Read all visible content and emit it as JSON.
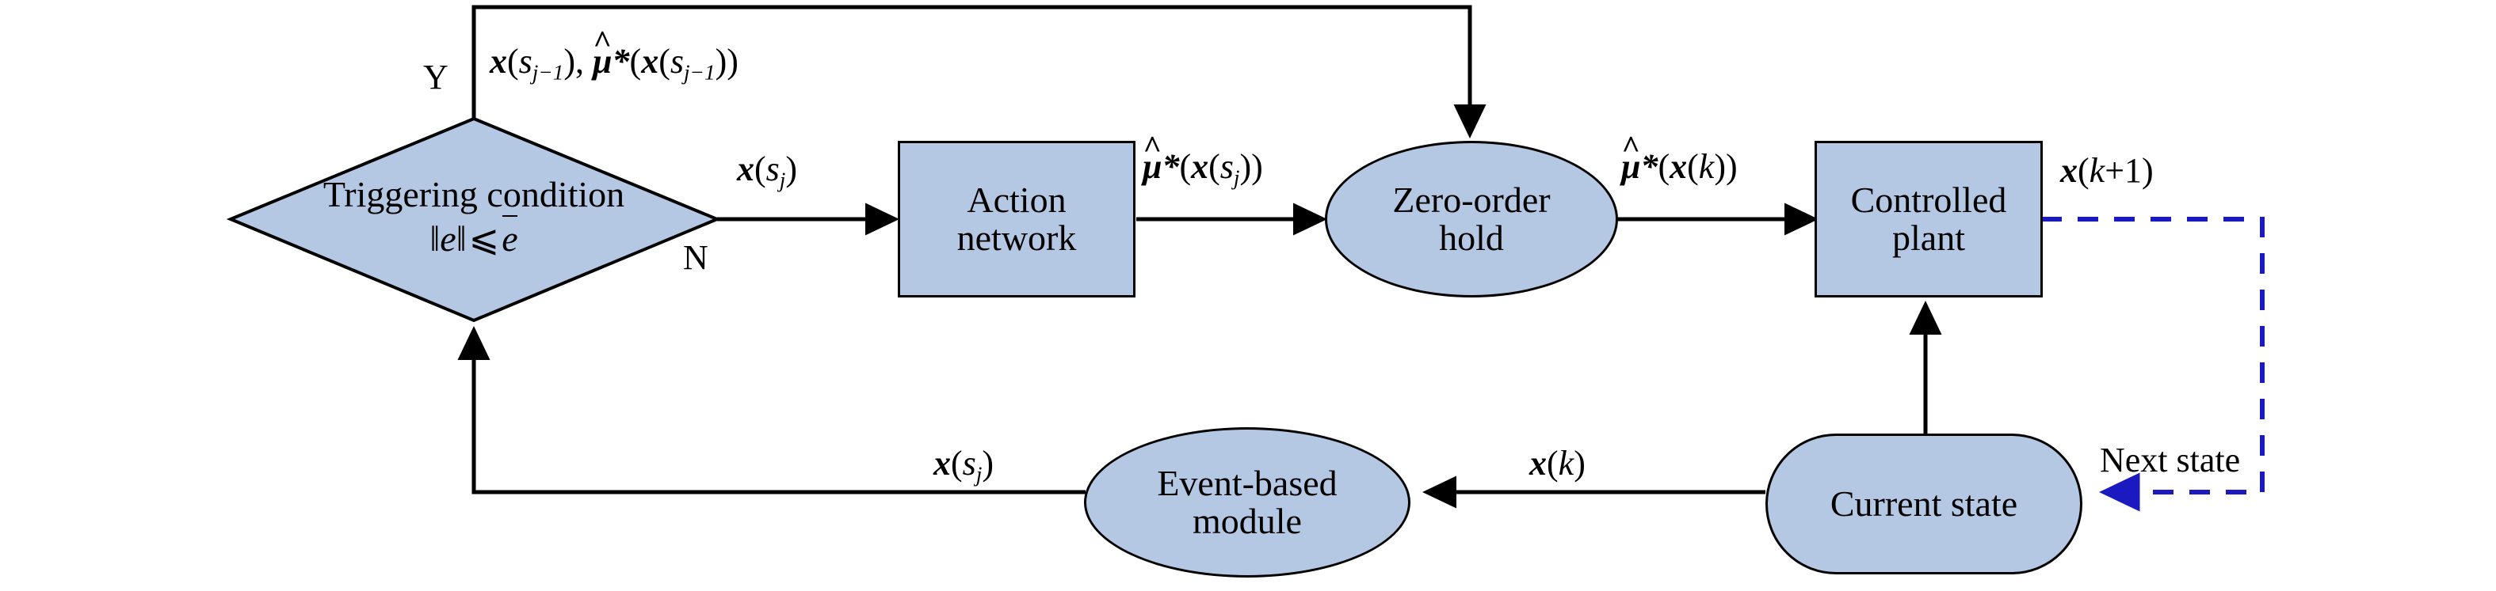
{
  "diagram": {
    "title": "Event-triggered adaptive critic control block diagram",
    "colors": {
      "node_fill": "#b4c7e3",
      "node_stroke": "#000000",
      "solid_wire": "#000000",
      "dashed_wire": "#1a1ac0"
    },
    "nodes": {
      "triggering_condition": {
        "shape": "diamond",
        "line1": "Triggering condition",
        "line2_norm_open": "‖",
        "line2_e": "e",
        "line2_norm_close": "‖",
        "line2_rel": "⩽",
        "line2_ebar": "e"
      },
      "action_network": {
        "shape": "rect",
        "line1": "Action",
        "line2": "network"
      },
      "zero_order_hold": {
        "shape": "ellipse",
        "line1": "Zero-order",
        "line2": "hold"
      },
      "controlled_plant": {
        "shape": "rect",
        "line1": "Controlled",
        "line2": "plant"
      },
      "event_based_module": {
        "shape": "ellipse",
        "line1": "Event-based",
        "line2": "module"
      },
      "current_state": {
        "shape": "stadium",
        "line1": "Current state"
      }
    },
    "branch_labels": {
      "yes": "Y",
      "no": "N"
    },
    "signals": {
      "feedback_top": {
        "x_prev": "x",
        "paren_open": "(",
        "s": "s",
        "sub_prev": "j−1",
        "paren_close": ")",
        "comma": ", ",
        "mu": "μ",
        "star": "*"
      },
      "x_sj_to_action": {
        "x": "x",
        "s": "s",
        "sub": "j"
      },
      "mu_x_sj": {
        "mu": "μ",
        "star": "*",
        "x": "x",
        "s": "s",
        "sub": "j"
      },
      "mu_x_k": {
        "mu": "μ",
        "star": "*",
        "x": "x",
        "k": "k"
      },
      "x_k_plus_1": {
        "x": "x",
        "k": "k",
        "plus_one": "+1"
      },
      "x_k_bottom": {
        "x": "x",
        "k": "k"
      },
      "x_sj_bottom": {
        "x": "x",
        "s": "s",
        "sub": "j"
      },
      "next_state": "Next state"
    }
  }
}
